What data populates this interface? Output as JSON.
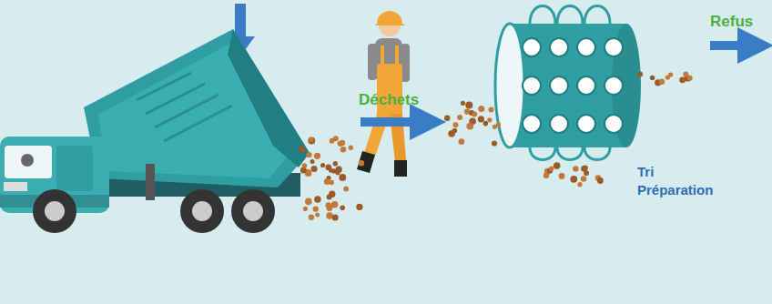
{
  "diagram": {
    "labels": [
      "Déchets",
      "Refus",
      "Tri",
      "Préparation"
    ]
  }
}
